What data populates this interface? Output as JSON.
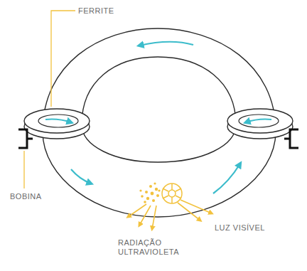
{
  "diagram": {
    "labels": [
      "FERRITE",
      "BOBINA",
      "RADIAÇÃO ULTRAVIOLETA",
      "LUZ VISÍVEL"
    ]
  }
}
